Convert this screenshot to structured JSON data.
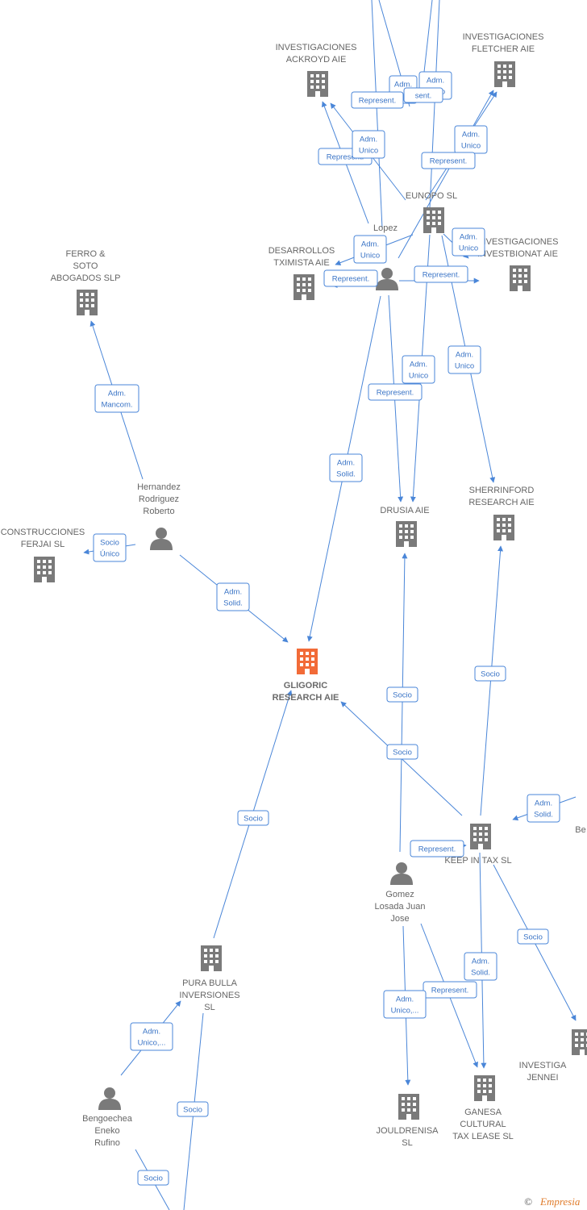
{
  "colors": {
    "edge": "#4a86d8",
    "node": "#7a7a7a",
    "focus": "#f26b38",
    "label": "#666666"
  },
  "nodes": [
    {
      "id": "ackroyd",
      "type": "company",
      "label": [
        "INVESTIGACIONES",
        "ACKROYD AIE"
      ]
    },
    {
      "id": "fletcher",
      "type": "company",
      "label": [
        "INVESTIGACIONES",
        "FLETCHER AIE"
      ]
    },
    {
      "id": "eunopo",
      "type": "company",
      "label": [
        "EUNOPO  SL"
      ]
    },
    {
      "id": "lopez",
      "type": "person",
      "label": [
        "Lopez"
      ]
    },
    {
      "id": "txmista",
      "type": "company",
      "label": [
        "DESARROLLOS",
        "TXIMISTA AIE"
      ]
    },
    {
      "id": "investbionat",
      "type": "company",
      "label": [
        "INVESTIGACIONES",
        "INVESTBIONAT AIE"
      ]
    },
    {
      "id": "ferro",
      "type": "company",
      "label": [
        "FERRO &",
        "SOTO",
        "ABOGADOS  SLP"
      ]
    },
    {
      "id": "hernandez",
      "type": "person",
      "label": [
        "Hernandez",
        "Rodriguez",
        "Roberto"
      ]
    },
    {
      "id": "ferjai",
      "type": "company",
      "label": [
        "CONSTRUCCIONES",
        "FERJAI SL"
      ]
    },
    {
      "id": "drusia",
      "type": "company",
      "label": [
        "DRUSIA  AIE"
      ]
    },
    {
      "id": "sherrinford",
      "type": "company",
      "label": [
        "SHERRINFORD",
        "RESEARCH  AIE"
      ]
    },
    {
      "id": "gligoric",
      "type": "focus",
      "label": [
        "GLIGORIC",
        "RESEARCH AIE"
      ]
    },
    {
      "id": "keepintax",
      "type": "company",
      "label": [
        "KEEP IN TAX  SL"
      ]
    },
    {
      "id": "be",
      "type": "person",
      "label": [
        "Be"
      ]
    },
    {
      "id": "gomez",
      "type": "person",
      "label": [
        "Gomez",
        "Losada Juan",
        "Jose"
      ]
    },
    {
      "id": "purabulla",
      "type": "company",
      "label": [
        "PURA BULLA",
        "INVERSIONES",
        "SL"
      ]
    },
    {
      "id": "bengoechea",
      "type": "person",
      "label": [
        "Bengoechea",
        "Eneko",
        "Rufino"
      ]
    },
    {
      "id": "jouldrenisa",
      "type": "company",
      "label": [
        "JOULDRENISA",
        "SL"
      ]
    },
    {
      "id": "ganesa",
      "type": "company",
      "label": [
        "GANESA",
        "CULTURAL",
        "TAX LEASE  SL"
      ]
    },
    {
      "id": "jenner",
      "type": "company",
      "label": [
        "INVESTIGA",
        "JENNEI"
      ]
    }
  ],
  "edges": [
    {
      "from": "lopez",
      "to": "ackroyd",
      "label": [
        "Represent."
      ]
    },
    {
      "from": "eunopo",
      "to": "ackroyd",
      "label": [
        "Adm.",
        "Unico"
      ]
    },
    {
      "from": "eunopo",
      "to": "fletcher",
      "label": [
        "Adm.",
        "Unico"
      ]
    },
    {
      "from": "lopez",
      "to": "fletcher",
      "label": [
        "Represent."
      ]
    },
    {
      "from": "eunopo",
      "to": "txmista",
      "label": [
        "Adm.",
        "Unico"
      ]
    },
    {
      "from": "lopez",
      "to": "txmista",
      "label": [
        "Represent."
      ]
    },
    {
      "from": "eunopo",
      "to": "investbionat",
      "label": [
        "Adm.",
        "Unico"
      ]
    },
    {
      "from": "lopez",
      "to": "investbionat",
      "label": [
        "Represent."
      ]
    },
    {
      "from": "eunopo",
      "to": "drusia",
      "label": [
        "Adm.",
        "Unico"
      ]
    },
    {
      "from": "lopez",
      "to": "drusia",
      "label": [
        "Represent."
      ]
    },
    {
      "from": "eunopo",
      "to": "sherrinford",
      "label": [
        "Adm.",
        "Unico"
      ]
    },
    {
      "from": "lopez",
      "to": "gligoric",
      "label": [
        "Adm.",
        "Solid."
      ]
    },
    {
      "from": "hernandez",
      "to": "ferro",
      "label": [
        "Adm.",
        "Mancom."
      ]
    },
    {
      "from": "hernandez",
      "to": "ferjai",
      "label": [
        "Socio",
        "Único"
      ]
    },
    {
      "from": "hernandez",
      "to": "gligoric",
      "label": [
        "Adm.",
        "Solid."
      ]
    },
    {
      "from": "gomez",
      "to": "drusia",
      "label": [
        "Socio"
      ]
    },
    {
      "from": "keepintax",
      "to": "gligoric",
      "label": [
        "Socio"
      ]
    },
    {
      "from": "keepintax",
      "to": "sherrinford",
      "label": [
        "Socio"
      ]
    },
    {
      "from": "purabulla",
      "to": "gligoric",
      "label": [
        "Socio"
      ]
    },
    {
      "from": "be",
      "to": "keepintax",
      "label": [
        "Adm.",
        "Solid."
      ]
    },
    {
      "from": "gomez",
      "to": "keepintax",
      "label": [
        "Represent."
      ]
    },
    {
      "from": "keepintax",
      "to": "jenner",
      "label": [
        "Socio"
      ]
    },
    {
      "from": "keepintax",
      "to": "ganesa",
      "label": [
        "Adm.",
        "Solid."
      ]
    },
    {
      "from": "gomez",
      "to": "ganesa",
      "label": [
        "Represent."
      ]
    },
    {
      "from": "gomez",
      "to": "jouldrenisa",
      "label": [
        "Adm.",
        "Unico,..."
      ]
    },
    {
      "from": "bengoechea",
      "to": "purabulla",
      "label": [
        "Adm.",
        "Unico,..."
      ]
    },
    {
      "from": "purabulla",
      "to": "offscreen",
      "label": [
        "Socio"
      ]
    },
    {
      "from": "bengoechea",
      "to": "offscreen",
      "label": [
        "Socio"
      ]
    }
  ],
  "watermark": {
    "symbol": "©",
    "brand": "Empresia"
  }
}
